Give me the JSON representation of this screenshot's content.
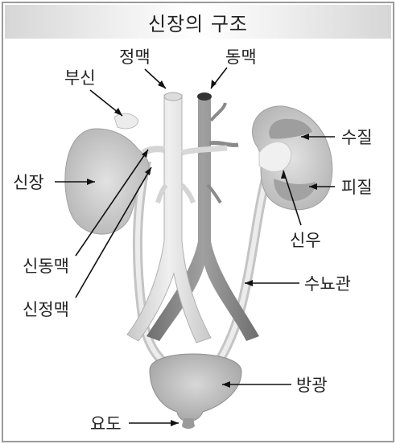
{
  "title": "신장의 구조",
  "labels": {
    "adrenal": "부신",
    "vein": "정맥",
    "artery": "동맥",
    "kidney": "신장",
    "medulla": "수질",
    "cortex": "피질",
    "renal_artery": "신동맥",
    "renal_vein": "신정맥",
    "renal_pelvis": "신우",
    "ureter": "수뇨관",
    "bladder": "방광",
    "urethra": "요도"
  }
}
